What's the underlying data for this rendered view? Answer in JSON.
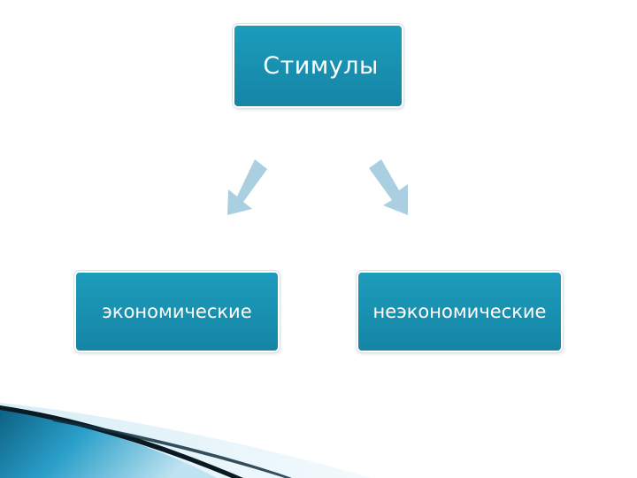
{
  "diagram": {
    "root": {
      "label": "Стимулы"
    },
    "children": [
      {
        "label": "экономические"
      },
      {
        "label": "неэкономические"
      }
    ]
  },
  "colors": {
    "box_fill": "#1a92b3",
    "arrow": "#a9cfe0",
    "decor_dark": "#0a1a22",
    "decor_blue": "#2a9fc9"
  }
}
